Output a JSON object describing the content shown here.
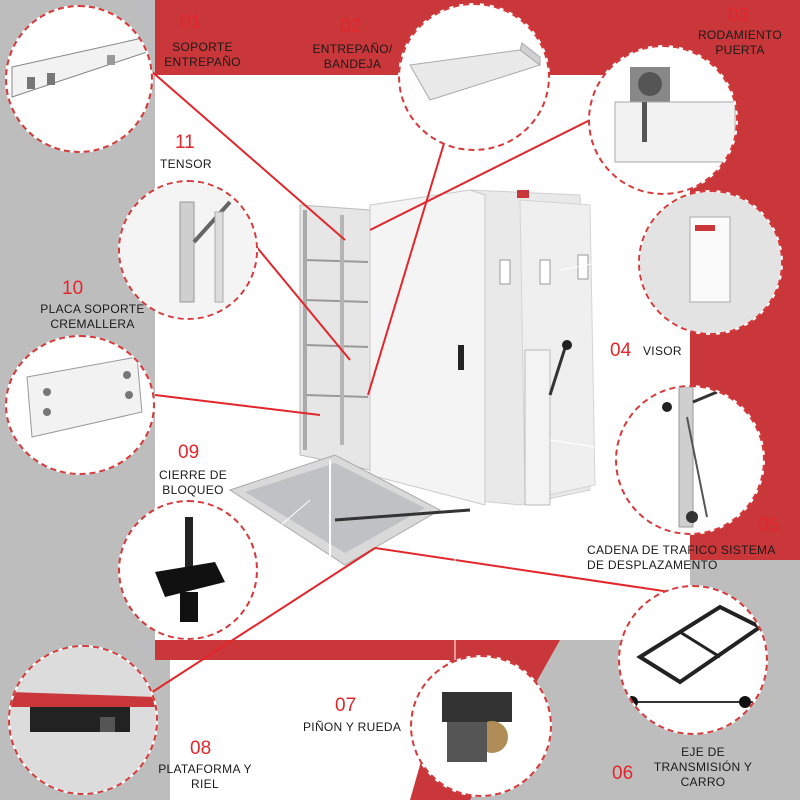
{
  "parts": [
    {
      "num": "01",
      "label_line1": "SOPORTE",
      "label_line2": "ENTREPAÑO",
      "icon": "shelf-support-bracket"
    },
    {
      "num": "02",
      "label_line1": "ENTREPAÑO/",
      "label_line2": "BANDEJA",
      "icon": "shelf-tray"
    },
    {
      "num": "03",
      "label_line1": "RODAMIENTO",
      "label_line2": "PUERTA",
      "icon": "door-bearing"
    },
    {
      "num": "04",
      "label_line1": "VISOR",
      "label_line2": "",
      "icon": "label-viewer"
    },
    {
      "num": "05",
      "label_line1": "CADENA DE TRAFICO SISTEMA",
      "label_line2": "DE DESPLAZAMENTO",
      "icon": "traffic-chain-handle"
    },
    {
      "num": "06",
      "label_line1": "EJE DE",
      "label_line2": "TRANSMISIÓN Y",
      "label_line3": "CARRO",
      "icon": "drive-shaft-carriage"
    },
    {
      "num": "07",
      "label_line1": "PIÑON Y RUEDA",
      "label_line2": "",
      "icon": "pinion-wheel"
    },
    {
      "num": "08",
      "label_line1": "PLATAFORMA Y",
      "label_line2": "RIEL",
      "icon": "platform-rail"
    },
    {
      "num": "09",
      "label_line1": "CIERRE DE",
      "label_line2": "BLOQUEO",
      "icon": "lock-closure"
    },
    {
      "num": "10",
      "label_line1": "PLACA SOPORTE",
      "label_line2": "CREMALLERA",
      "icon": "rack-support-plate"
    },
    {
      "num": "11",
      "label_line1": "TENSOR",
      "label_line2": "",
      "icon": "tensor"
    }
  ],
  "colors": {
    "accent_red": "#c9373a",
    "label_red": "#e3262b",
    "panel_gray": "#bdbdbd",
    "dashed_border": "#d63a3a",
    "cabinet_white": "#f1f1f1"
  }
}
